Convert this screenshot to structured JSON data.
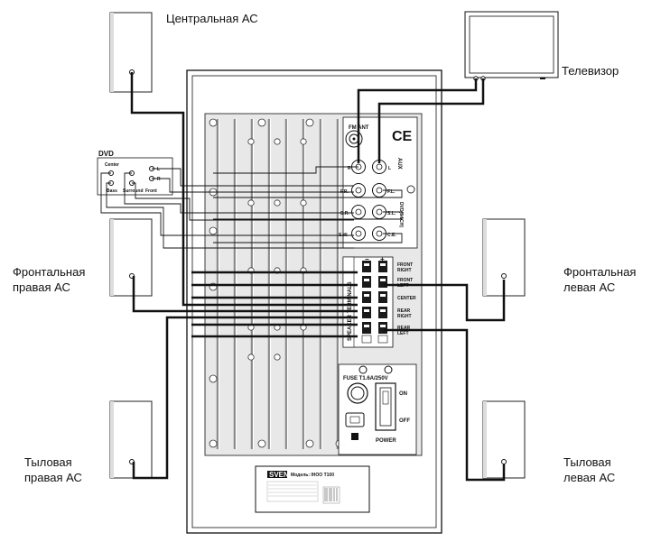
{
  "labels": {
    "center_speaker": "Центральная АС",
    "tv": "Телевизор",
    "front_right_line1": "Фронтальная",
    "front_right_line2": "правая АС",
    "front_left_line1": "Фронтальная",
    "front_left_line2": "левая АС",
    "rear_right_line1": "Тыловая",
    "rear_right_line2": "правая АС",
    "rear_left_line1": "Тыловая",
    "rear_left_line2": "левая АС"
  },
  "dvd": {
    "title": "DVD",
    "center": "Center",
    "bass": "Bass",
    "surround": "Surround",
    "front": "Front",
    "l": "L",
    "r": "R"
  },
  "panel": {
    "fm_ant": "FM ANT",
    "ce_mark": "CE",
    "aux": "AUX",
    "dvd_5_1ch": "DVD(5.1CH)",
    "jack_r": "R",
    "jack_l": "L",
    "jack_fr": "F.R.",
    "jack_fl": "F.L.",
    "jack_sr": "S.R.",
    "jack_sl": "S.L.",
    "jack_sw": "S.W.",
    "jack_ce": "C.E.",
    "speaker_terminals": "SPEAKER TERMINALS",
    "front_right_1": "FRONT",
    "front_right_2": "RIGHT",
    "front_left_1": "FRONT",
    "front_left_2": "LEFT",
    "center": "CENTER",
    "rear_right_1": "REAR",
    "rear_right_2": "RIGHT",
    "rear_left_1": "REAR",
    "rear_left_2": "LEFT",
    "fuse": "FUSE T1.6A/250V",
    "on": "ON",
    "off": "OFF",
    "power": "POWER",
    "minus": "−",
    "plus": "+"
  },
  "nameplate": {
    "brand": "SVEN",
    "model": "Модель: IHOO T100"
  }
}
